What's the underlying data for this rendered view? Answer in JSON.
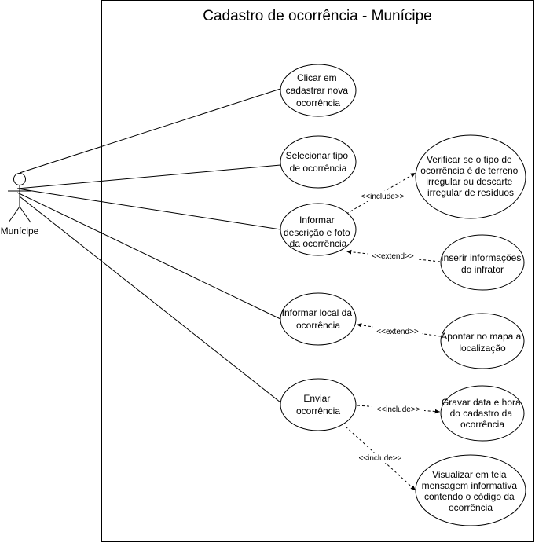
{
  "diagram": {
    "system_title": "Cadastro de ocorrência - Munícipe",
    "actor": {
      "name": "Munícipe"
    },
    "use_cases": {
      "clicar_cadastrar": [
        "Clicar em",
        "cadastrar nova",
        "ocorrência"
      ],
      "selecionar_tipo": [
        "Selecionar tipo",
        "de ocorrência"
      ],
      "informar_descricao": [
        "Informar",
        "descrição e foto",
        "da ocorrência"
      ],
      "informar_local": [
        "Informar local da",
        "ocorrência"
      ],
      "enviar": [
        "Enviar",
        "ocorrência"
      ],
      "verificar_tipo": [
        "Verificar se o tipo de",
        "ocorrência é de terreno",
        "irregular ou descarte",
        "irregular de resíduos"
      ],
      "inserir_infrator": [
        "Inserir informações",
        "do infrator"
      ],
      "apontar_mapa": [
        "Apontar no mapa a",
        "localização"
      ],
      "gravar_data": [
        "Gravar data e hora",
        "do cadastro da",
        "ocorrência"
      ],
      "visualizar_mensagem": [
        "Visualizar em tela",
        "mensagem informativa",
        "contendo o código da",
        "ocorrência"
      ]
    },
    "relations": {
      "include_verificar": "<<include>>",
      "extend_infrator": "<<extend>>",
      "extend_mapa": "<<extend>>",
      "include_gravar": "<<include>>",
      "include_visualizar": "<<include>>"
    }
  }
}
